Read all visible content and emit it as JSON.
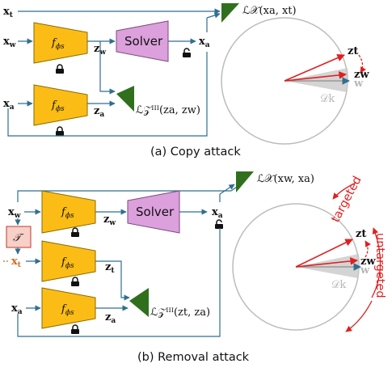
{
  "top": {
    "caption": "(a) Copy attack",
    "inputs": {
      "xt": "x",
      "xt_sub": "t",
      "xw": "x",
      "xw_sub": "w",
      "xa": "x",
      "xa_sub": "a"
    },
    "encoder1": {
      "f": "f",
      "sub": "ϕs"
    },
    "encoder2": {
      "f": "f",
      "sub": "ϕs"
    },
    "solver": "Solver",
    "zw": "z",
    "zw_sub": "w",
    "za": "z",
    "za_sub": "a",
    "xa_out": "x",
    "xa_out_sub": "a",
    "loss_x": "ℒ𝒳(xa, xt)",
    "loss_z": "ℒ𝒵ᴵᴵᴵ(za, zw)",
    "circle": {
      "zt": "zt",
      "zw": "zw",
      "w": "w",
      "dk": "𝒟k"
    }
  },
  "bottom": {
    "caption": "(b) Removal attack",
    "inputs": {
      "xw": "x",
      "xw_sub": "w",
      "xt": "x",
      "xt_sub": "t",
      "xa": "x",
      "xa_sub": "a"
    },
    "transform": "𝒯",
    "encoders": [
      {
        "f": "f",
        "sub": "ϕs"
      },
      {
        "f": "f",
        "sub": "ϕs"
      },
      {
        "f": "f",
        "sub": "ϕs"
      }
    ],
    "solver": "Solver",
    "zw": "z",
    "zw_sub": "w",
    "zt": "z",
    "zt_sub": "t",
    "za": "z",
    "za_sub": "a",
    "xa_out": "x",
    "xa_out_sub": "a",
    "loss_x": "ℒ𝒳(xw, xa)",
    "loss_z": "ℒ𝒵ᴵᴵᴵ(zt, za)",
    "circle": {
      "zt": "zt",
      "zw": "zw",
      "w": "w",
      "dk": "𝒟k",
      "targeted": "targeted",
      "untargeted": "untargeted"
    }
  },
  "colors": {
    "encoder": "#fbbd15",
    "encoder_stroke": "#8a6a00",
    "solver": "#dca0dd",
    "solver_stroke": "#7a4b7b",
    "loss_triangle": "#2f6f1d",
    "line": "#2f6f8f",
    "red": "#e01f1f",
    "transform_fill": "#f7d0c8",
    "transform_stroke": "#c0392b",
    "xt_orange": "#d2691e",
    "circle": "#bcbcbc"
  }
}
